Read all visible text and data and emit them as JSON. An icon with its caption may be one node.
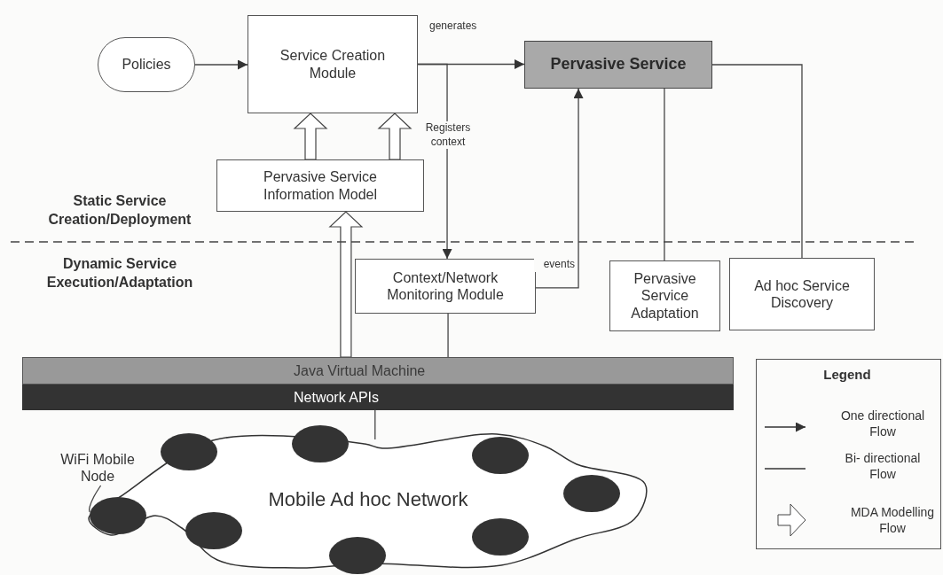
{
  "diagram": {
    "nodes": [
      {
        "text": [
          "Policies"
        ]
      },
      {
        "text": [
          "Service Creation Module"
        ]
      },
      {
        "text": [
          "Pervasive Service"
        ]
      },
      {
        "text": [
          "Pervasive Service Information Model"
        ]
      },
      {
        "text": [
          "Context/Network Monitoring Module"
        ]
      },
      {
        "text": [
          "Pervasive Service Adaptation"
        ]
      },
      {
        "text": [
          "Ad hoc Service Discovery"
        ]
      },
      {
        "text": [
          "Java Virtual Machine"
        ]
      },
      {
        "text": [
          "Network APIs"
        ]
      },
      {
        "text": [
          "Mobile Ad hoc Network"
        ]
      },
      {
        "text": [
          "WiFi Mobile Node"
        ]
      },
      {
        "text": [],
        "shape": "circle",
        "in": 9
      },
      {
        "text": [],
        "shape": "circle",
        "in": 9
      },
      {
        "text": [],
        "shape": "circle",
        "in": 9
      },
      {
        "text": [],
        "shape": "circle",
        "in": 9
      },
      {
        "text": [],
        "shape": "circle",
        "in": 9
      },
      {
        "text": [],
        "shape": "circle",
        "in": 9
      },
      {
        "text": [],
        "shape": "circle",
        "in": 9
      },
      {
        "text": [],
        "shape": "circle",
        "in": 9
      }
    ],
    "edges": [
      {
        "from": 0,
        "to": 1,
        "arrow": "to"
      },
      {
        "from": 1,
        "to": 2,
        "arrow": "to",
        "label": "generates"
      },
      {
        "from": 1,
        "to": 4,
        "arrow": "to",
        "label": "Registers context"
      },
      {
        "from": 4,
        "to": 2,
        "arrow": "to",
        "label": "events"
      },
      {
        "from": 2,
        "to": 5,
        "arrow": "none"
      },
      {
        "from": 2,
        "to": 6,
        "arrow": "none"
      },
      {
        "from": 3,
        "to": 1,
        "arrow": "to",
        "style": "thick"
      },
      {
        "from": 3,
        "to": 1,
        "arrow": "to",
        "style": "thick"
      },
      {
        "from": 7,
        "to": 3,
        "arrow": "to",
        "style": "thick"
      },
      {
        "from": 4,
        "to": 7,
        "arrow": "none"
      },
      {
        "from": 8,
        "to": 9,
        "arrow": "none"
      },
      {
        "from": 10,
        "to": 11,
        "arrow": "none"
      }
    ],
    "labels": [
      "Static Service Creation/Deployment",
      "Dynamic Service Execution/Adaptation",
      "Legend"
    ],
    "legend": [
      {
        "text": "One directional Flow"
      },
      {
        "text": "Bi- directional Flow"
      },
      {
        "text": "MDA Modelling Flow"
      }
    ]
  }
}
